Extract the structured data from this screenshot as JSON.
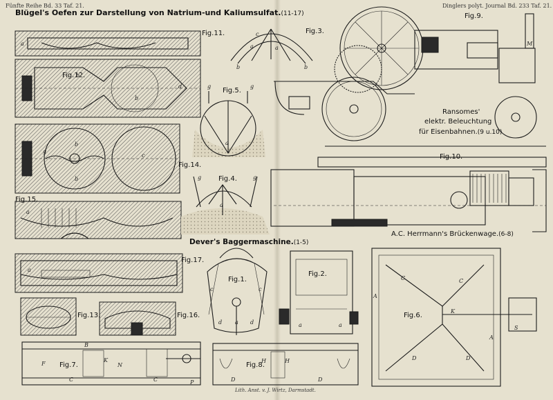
{
  "header": {
    "left": "Fünfte Reihe Bd. 33 Taf. 21.",
    "right": "Dinglers polyt. Journal Bd. 233 Taf. 21."
  },
  "titles": {
    "bluegel": "Blügel's Oefen zur Darstellung von Natrium-und Kaliumsulfat.",
    "bluegel_range": "(11-17)",
    "dever": "Dever's Baggermaschine.",
    "dever_range": "(1-5)",
    "ransomes_1": "Ransomes'",
    "ransomes_2": "elektr. Beleuchtung",
    "ransomes_3": "für Eisenbahnen.",
    "ransomes_range": "(9 u.10)",
    "herrmann": "A.C. Herrmann's Brückenwage.",
    "herrmann_range": "(6-8)"
  },
  "figures": {
    "f1": "Fig.1.",
    "f2": "Fig.2.",
    "f3": "Fig.3.",
    "f4": "Fig.4.",
    "f5": "Fig.5.",
    "f6": "Fig.6.",
    "f7": "Fig.7.",
    "f8": "Fig.8.",
    "f9": "Fig.9.",
    "f10": "Fig.10.",
    "f11": "Fig.11.",
    "f12": "Fig.12.",
    "f13": "Fig.13.",
    "f14": "Fig.14.",
    "f15": "Fig.15.",
    "f16": "Fig.16.",
    "f17": "Fig.17."
  },
  "imprint": "Lith. Anst. v. J. Wirtz, Darmstadt.",
  "colors": {
    "paper": "#e6e1cf",
    "ink": "#1b1b1b"
  }
}
